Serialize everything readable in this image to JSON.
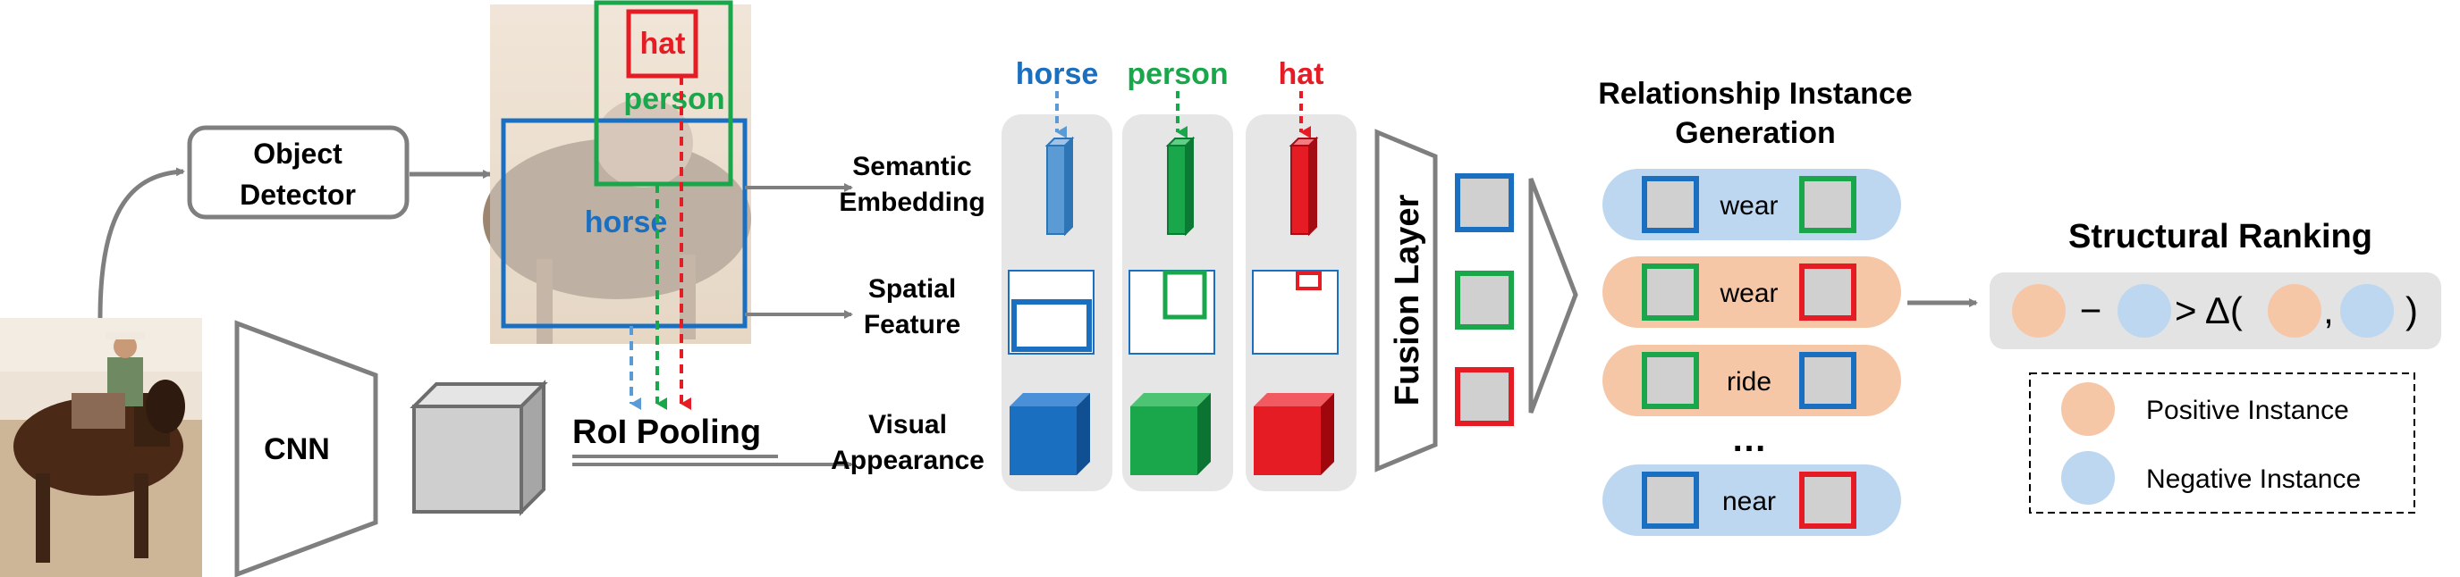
{
  "labels": {
    "object_detector_line1": "Object",
    "object_detector_line2": "Detector",
    "cnn": "CNN",
    "roi_pooling": "RoI Pooling",
    "semantic_line1": "Semantic",
    "semantic_line2": "Embedding",
    "spatial_line1": "Spatial",
    "spatial_line2": "Feature",
    "visual_line1": "Visual",
    "visual_line2": "Appearance",
    "fusion_layer": "Fusion Layer",
    "rig_title_line1": "Relationship Instance",
    "rig_title_line2": "Generation",
    "structural_ranking": "Structural Ranking",
    "positive_instance": "Positive Instance",
    "negative_instance": "Negative Instance",
    "ellipsis": "…",
    "ranking_minus": "−",
    "ranking_gt": "> Δ(",
    "ranking_comma": ",",
    "ranking_close": ")"
  },
  "detections": [
    {
      "label": "hat",
      "color": "#e51c23"
    },
    {
      "label": "person",
      "color": "#1aa64a"
    },
    {
      "label": "horse",
      "color": "#1a6fc0"
    }
  ],
  "columns": [
    {
      "label": "horse",
      "color": "#1a6fc0"
    },
    {
      "label": "person",
      "color": "#1aa64a"
    },
    {
      "label": "hat",
      "color": "#e51c23"
    }
  ],
  "relationships": [
    {
      "predicate": "wear",
      "subject_color": "#1a6fc0",
      "object_color": "#1aa64a",
      "kind": "negative"
    },
    {
      "predicate": "wear",
      "subject_color": "#1aa64a",
      "object_color": "#e51c23",
      "kind": "positive"
    },
    {
      "predicate": "ride",
      "subject_color": "#1aa64a",
      "object_color": "#1a6fc0",
      "kind": "positive"
    },
    {
      "predicate": "near",
      "subject_color": "#1a6fc0",
      "object_color": "#e51c23",
      "kind": "negative"
    }
  ],
  "colors": {
    "blue": "#1a6fc0",
    "green": "#1aa64a",
    "red": "#e51c23",
    "positive": "#f6c7a6",
    "negative": "#bcd7ef",
    "gray": "#7f7f7f",
    "panel": "#e6e6e6"
  }
}
